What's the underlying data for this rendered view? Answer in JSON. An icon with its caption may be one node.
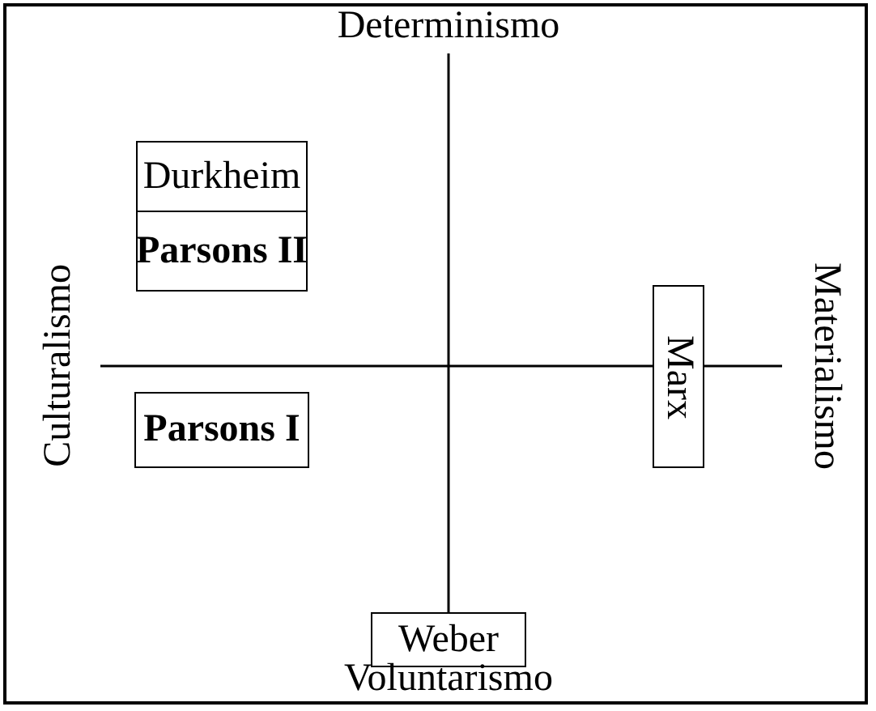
{
  "diagram": {
    "nodes": [
      {
        "text": [
          "Durkheim"
        ]
      },
      {
        "text": [
          "Parsons II"
        ]
      },
      {
        "text": [
          "Marx"
        ]
      },
      {
        "text": [
          "Parsons I"
        ]
      },
      {
        "text": [
          "Weber"
        ]
      }
    ],
    "edges": [],
    "labels": [
      "Determinismo",
      "Culturalismo",
      "Materialismo",
      "Voluntarismo"
    ]
  }
}
